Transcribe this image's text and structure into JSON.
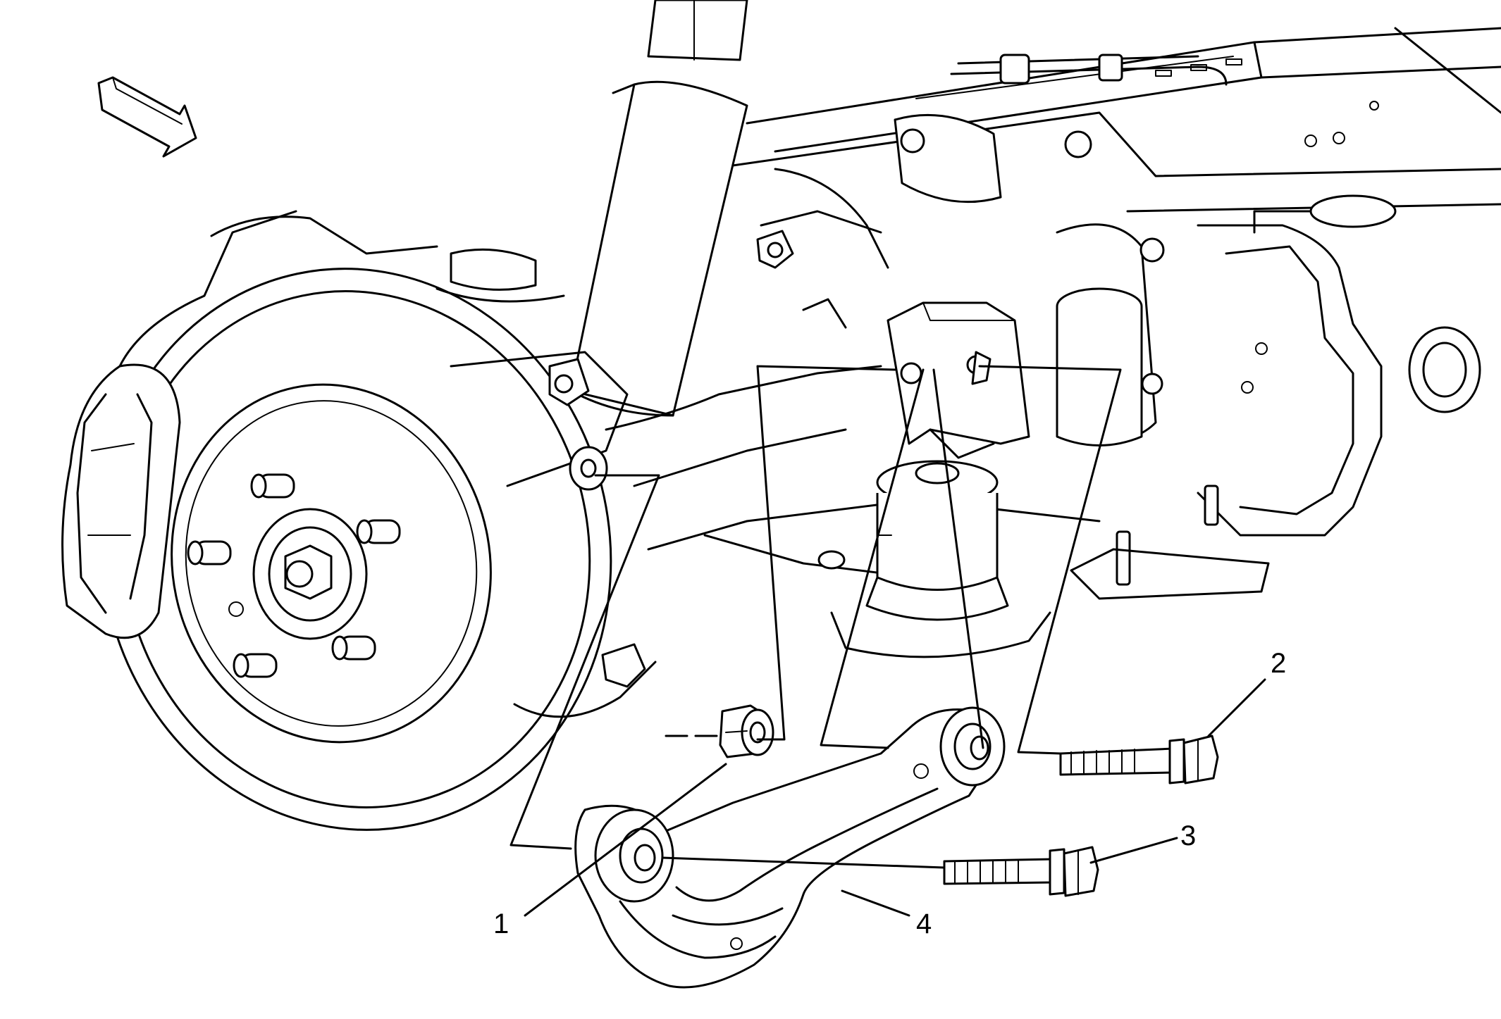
{
  "callouts": [
    {
      "id": "1",
      "label": "1"
    },
    {
      "id": "2",
      "label": "2"
    },
    {
      "id": "3",
      "label": "3"
    },
    {
      "id": "4",
      "label": "4"
    }
  ],
  "icons": {
    "direction": "view-direction-arrow-icon"
  },
  "colors": {
    "line": "#000000",
    "background": "#ffffff"
  }
}
